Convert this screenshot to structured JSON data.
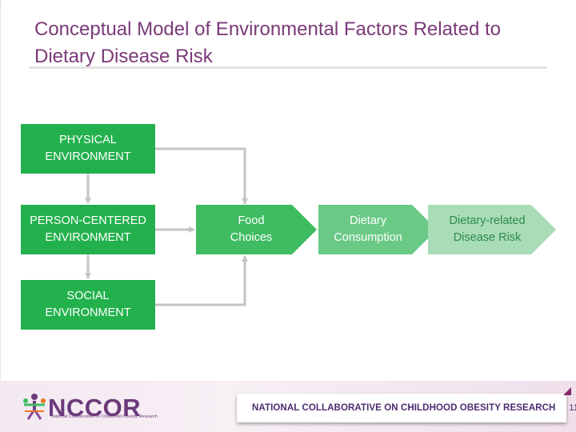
{
  "slide": {
    "title_line1": "Conceptual Model of Environmental Factors Related to",
    "title_line2": "Dietary Disease Risk",
    "page_number": "11"
  },
  "environments": {
    "physical": [
      "PHYSICAL",
      "ENVIRONMENT"
    ],
    "person_centered": [
      "PERSON-CENTERED",
      "ENVIRONMENT"
    ],
    "social": [
      "SOCIAL",
      "ENVIRONMENT"
    ]
  },
  "flow": {
    "food_choices": [
      "Food",
      "Choices"
    ],
    "dietary_consumption": [
      "Dietary",
      "Consumption"
    ],
    "disease_risk": [
      "Dietary-related",
      "Disease Risk"
    ]
  },
  "colors": {
    "title": "#7a3a78",
    "env_box": "#23b14d",
    "food_choices": "#3fbc62",
    "dietary_consumption": "#69c985",
    "disease_risk": "#a8ddb8",
    "connector": "#c4c4c4"
  },
  "footer": {
    "logo_text": "NCCOR",
    "logo_subtext": "National Collaborative on Childhood Obesity Research",
    "banner_text": "NATIONAL COLLABORATIVE ON CHILDHOOD OBESITY RESEARCH"
  }
}
